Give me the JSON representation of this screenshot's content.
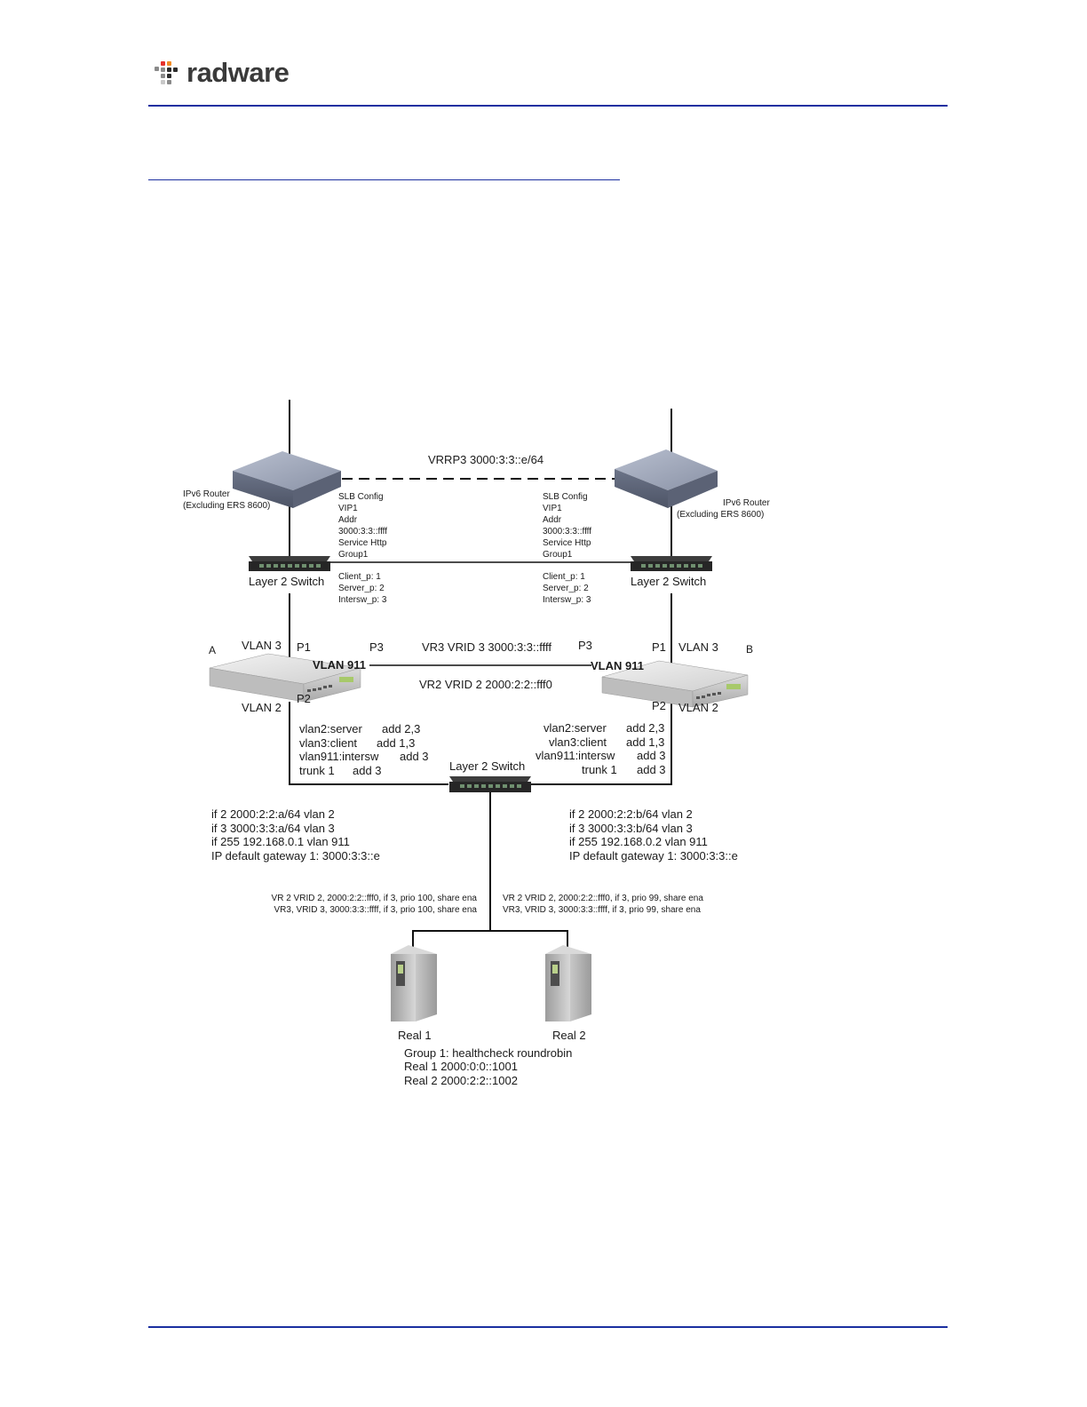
{
  "header": {
    "logo_text": "radware",
    "accent_color": "#1b2fa0",
    "logo_dot_colors": [
      "#e5322d",
      "#f28c28",
      "#8a8a8a",
      "#2c2c2c"
    ]
  },
  "diagram": {
    "vrrp_link": "VRRP3 3000:3:3::e/64",
    "router_left": {
      "line1": "IPv6 Router",
      "line2": "(Excluding ERS 8600)"
    },
    "router_right": {
      "line1": "IPv6 Router",
      "line2": "(Excluding ERS 8600)"
    },
    "slb_left": [
      "SLB Config",
      "VIP1",
      "Addr",
      "3000:3:3::ffff",
      "Service Http",
      "Group1"
    ],
    "slb_right": [
      "SLB Config",
      "VIP1",
      "Addr",
      "3000:3:3::ffff",
      "Service Http",
      "Group1"
    ],
    "ports_left": [
      "Client_p: 1",
      "Server_p: 2",
      "Intersw_p: 3"
    ],
    "ports_right": [
      "Client_p: 1",
      "Server_p: 2",
      "Intersw_p: 3"
    ],
    "switch_label": "Layer 2 Switch",
    "switch_a": {
      "name": "A",
      "vlan3": "VLAN 3",
      "p1": "P1",
      "p3": "P3",
      "vlan911": "VLAN 911",
      "vlan2": "VLAN 2",
      "p2": "P2"
    },
    "switch_b": {
      "name": "B",
      "vlan3": "VLAN 3",
      "p1": "P1",
      "p3": "P3",
      "vlan911": "VLAN 911",
      "vlan2": "VLAN 2",
      "p2": "P2"
    },
    "vr3_label": "VR3 VRID 3 3000:3:3::ffff",
    "vr2_label": "VR2 VRID 2 2000:2:2::fff0",
    "vlan_cfg_left": [
      {
        "name": "vlan2:server",
        "cmd": "add 2,3"
      },
      {
        "name": "vlan3:client",
        "cmd": "add 1,3"
      },
      {
        "name": "vlan911:intersw",
        "cmd": "add 3"
      },
      {
        "name": "trunk 1",
        "cmd": "add 3"
      }
    ],
    "vlan_cfg_right": [
      {
        "name": "vlan2:server",
        "cmd": "add 2,3"
      },
      {
        "name": "vlan3:client",
        "cmd": "add 1,3"
      },
      {
        "name": "vlan911:intersw",
        "cmd": "add 3"
      },
      {
        "name": "trunk 1",
        "cmd": "add 3"
      }
    ],
    "if_left": [
      "if 2 2000:2:2:a/64 vlan 2",
      "if 3 3000:3:3:a/64 vlan 3",
      "if 255 192.168.0.1 vlan 911",
      "IP default gateway 1: 3000:3:3::e"
    ],
    "if_right": [
      "if 2 2000:2:2:b/64 vlan 2",
      "if 3 3000:3:3:b/64 vlan 3",
      "if 255 192.168.0.2 vlan 911",
      "IP default gateway 1: 3000:3:3::e"
    ],
    "vr_left": [
      "VR 2 VRID 2, 2000:2:2::fff0, if 3, prio 100, share ena",
      "VR3, VRID 3, 3000:3:3::ffff, if 3, prio 100, share ena"
    ],
    "vr_right": [
      "VR 2 VRID 2, 2000:2:2::fff0, if 3, prio 99, share ena",
      "VR3, VRID 3, 3000:3:3::ffff, if 3, prio 99, share ena"
    ],
    "real1": "Real 1",
    "real2": "Real 2",
    "group": [
      "Group 1: healthcheck roundrobin",
      "Real 1 2000:0:0::1001",
      "Real 2 2000:2:2::1002"
    ]
  }
}
